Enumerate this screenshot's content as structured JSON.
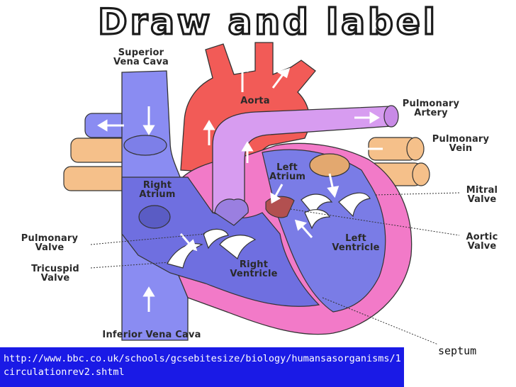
{
  "title": "Draw and label",
  "labels": {
    "superior_vena_cava": [
      "Superior",
      "Vena Cava"
    ],
    "aorta": "Aorta",
    "pulmonary_artery": [
      "Pulmonary",
      "Artery"
    ],
    "pulmonary_vein": [
      "Pulmonary",
      "Vein"
    ],
    "left_atrium": [
      "Left",
      "Atrium"
    ],
    "right_atrium": [
      "Right",
      "Atrium"
    ],
    "mitral_valve": [
      "Mitral",
      "Valve"
    ],
    "pulmonary_valve": [
      "Pulmonary",
      "Valve"
    ],
    "aortic_valve": [
      "Aortic",
      "Valve"
    ],
    "left_ventricle": [
      "Left",
      "Ventricle"
    ],
    "tricuspid_valve": [
      "Tricuspid",
      "Valve"
    ],
    "right_ventricle": [
      "Right",
      "Ventricle"
    ],
    "inferior_vena_cava": "Inferior Vena Cava",
    "septum": "septum"
  },
  "source_url": "http://www.bbc.co.uk/schools/gcsebitesize/biology/humansasorganisms/1circulationrev2.shtml",
  "colors": {
    "vein_blue": "#8a8cf2",
    "artery_red": "#f25b57",
    "pulmonary_artery_lilac": "#d79cf0",
    "pulmonary_vein_tan": "#f5c08a",
    "heart_wall_pink": "#f27ac8",
    "chamber_blue": "#6f6fe0",
    "url_bar": "#1a1ae6"
  }
}
